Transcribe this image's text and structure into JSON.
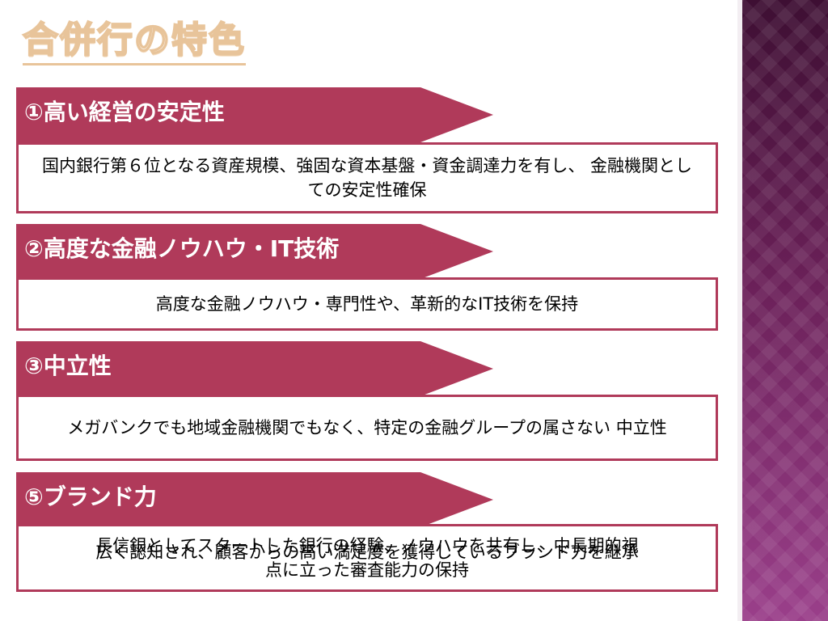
{
  "title": "合併行の特色",
  "colors": {
    "accent": "#b03a5a",
    "arrow": "#b03a5a",
    "title_outline": "#e8c49a"
  },
  "sections": [
    {
      "heading": "①高い経営の安定性",
      "lines": [
        "国内銀行第６位となる資産規模、強固な資本基盤・資金調達力を有し、",
        "金融機関としての安定性確保"
      ]
    },
    {
      "heading": "②高度な金融ノウハウ・IT技術",
      "lines": [
        "高度な金融ノウハウ・専門性や、革新的なIT技術を保持"
      ]
    },
    {
      "heading": "③中立性",
      "lines": [
        "メガバンクでも地域金融機関でもなく、特定の金融グループの属さない",
        "中立性"
      ]
    },
    {
      "heading": "⑤ブランド力",
      "lines": [
        "長信銀としてスタートした銀行の経験、ノウハウを共有し、中長期的視",
        "点に立った審査能力の保持"
      ],
      "overlay_line": "広く認知され、顧客からの高い満足度を獲得しているブランド力を継承"
    }
  ]
}
